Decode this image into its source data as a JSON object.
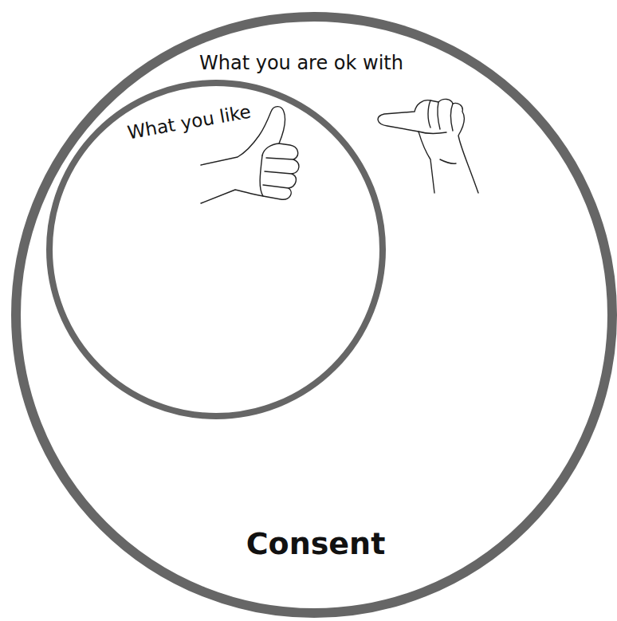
{
  "diagram": {
    "nodes": [
      {
        "text": [
          "What you are ok with",
          "Consent"
        ]
      },
      {
        "text": [
          "What you like"
        ],
        "in": 0
      }
    ]
  }
}
